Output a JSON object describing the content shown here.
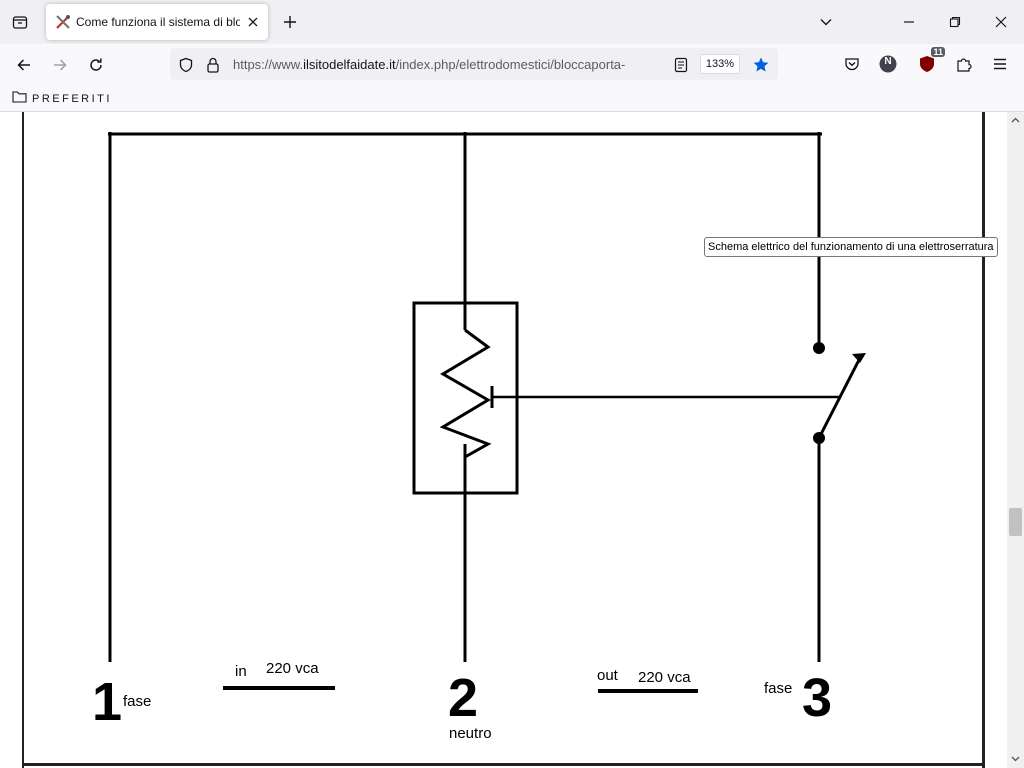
{
  "browser": {
    "tab": {
      "title": "Come funziona il sistema di blo"
    },
    "address": {
      "url_prefix": "https://www.",
      "url_domain": "ilsitodelfaidate.it",
      "url_path": "/index.php/elettrodomestici/bloccaporta-"
    },
    "zoom": "133%",
    "extensions": {
      "ublock_count": "11",
      "profile_initial": "N"
    },
    "bookmarks": {
      "folder_label": "PREFERITI"
    }
  },
  "page": {
    "tooltip": "Schema elettrico del funzionamento di una elettroserratura",
    "diagram": {
      "terminals": [
        {
          "number": "1",
          "label": "fase"
        },
        {
          "number": "2",
          "label": "neutro"
        },
        {
          "number": "3",
          "label": "fase"
        }
      ],
      "in_label": "in",
      "in_voltage": "220 vca",
      "out_label": "out",
      "out_voltage": "220 vca"
    }
  },
  "colors": {
    "bookmark_star": "#0060df",
    "ublock": "#800000",
    "profile": "#42414d"
  }
}
